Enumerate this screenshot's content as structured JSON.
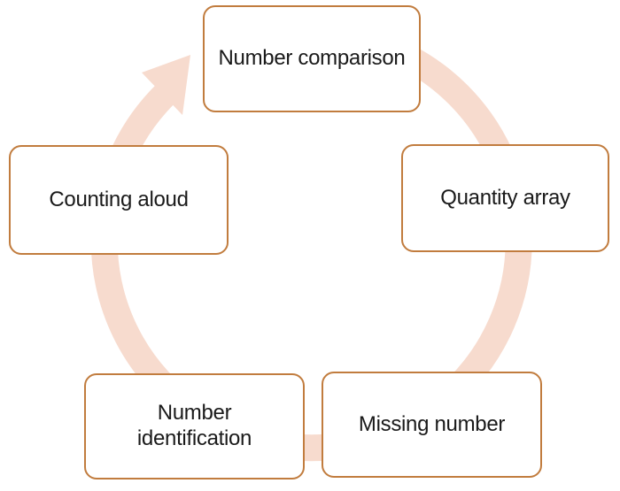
{
  "diagram": {
    "type": "cycle",
    "direction": "clockwise",
    "nodes": [
      {
        "label": "Number comparison",
        "position": "top"
      },
      {
        "label": "Quantity array",
        "position": "right"
      },
      {
        "label": "Missing number",
        "position": "bottom-right"
      },
      {
        "label": "Number identification",
        "position": "bottom-left"
      },
      {
        "label": "Counting aloud",
        "position": "left"
      }
    ],
    "arrow": {
      "name": "circular-cycle-arrow",
      "points_to": "Number comparison"
    },
    "colors": {
      "node_fill": "#ffffff",
      "node_border": "#c17c3e",
      "label_text": "#1a1a1a",
      "arrow": "#f7dbce",
      "page_bg": "#ffffff"
    }
  }
}
